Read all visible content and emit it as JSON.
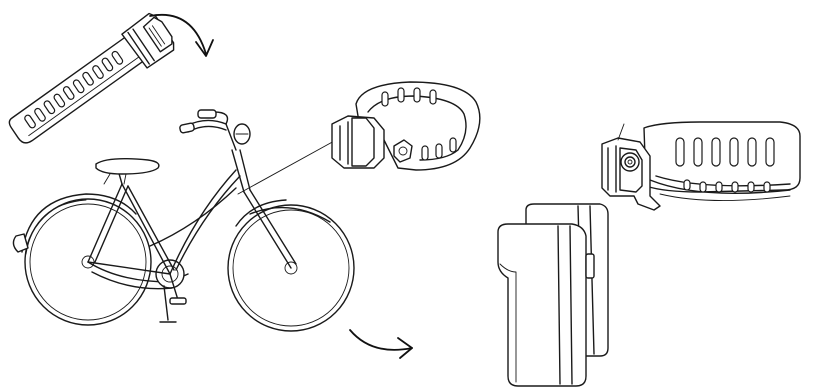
{
  "figure": {
    "steps": [
      {
        "id": "strap-loose",
        "icon": "strap-icon"
      },
      {
        "id": "arrow-1",
        "icon": "curved-arrow-icon"
      },
      {
        "id": "bike",
        "icon": "bicycle-icon"
      },
      {
        "id": "strap-on-bar",
        "icon": "strap-mount-icon"
      },
      {
        "id": "arrow-2",
        "icon": "curved-arrow-icon"
      },
      {
        "id": "device",
        "icon": "device-icon"
      },
      {
        "id": "strap-detail",
        "icon": "strap-mount-detail-icon"
      }
    ],
    "colors": {
      "ink": "#1a1a1a",
      "background": "#ffffff"
    }
  }
}
